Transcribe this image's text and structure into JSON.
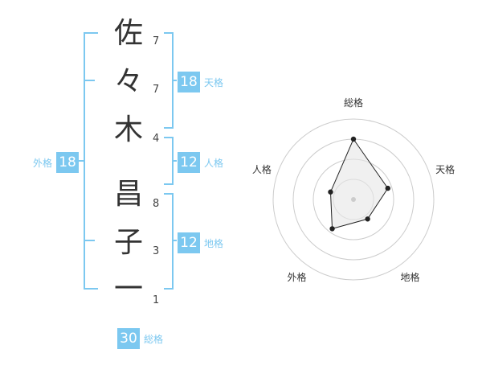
{
  "name": {
    "characters": [
      {
        "char": "佐",
        "strokes": "7"
      },
      {
        "char": "々",
        "strokes": "7"
      },
      {
        "char": "木",
        "strokes": "4"
      },
      {
        "char": "昌",
        "strokes": "8"
      },
      {
        "char": "子",
        "strokes": "3"
      },
      {
        "char": "一",
        "strokes": "1"
      }
    ]
  },
  "fortunes": {
    "tenkaku": {
      "value": "18",
      "label": "天格"
    },
    "jinkaku": {
      "value": "12",
      "label": "人格"
    },
    "chikaku": {
      "value": "12",
      "label": "地格"
    },
    "gaikaku": {
      "value": "18",
      "label": "外格"
    },
    "soukaku": {
      "value": "30",
      "label": "総格"
    }
  },
  "chart_data": {
    "type": "radar",
    "axes": [
      "総格",
      "天格",
      "地格",
      "外格",
      "人格"
    ],
    "values": [
      30,
      18,
      12,
      18,
      12
    ],
    "colors": {
      "fill": "#e6e6e6",
      "stroke": "#222222",
      "rings": "#cccccc",
      "accent": "#7cc8f0"
    }
  }
}
